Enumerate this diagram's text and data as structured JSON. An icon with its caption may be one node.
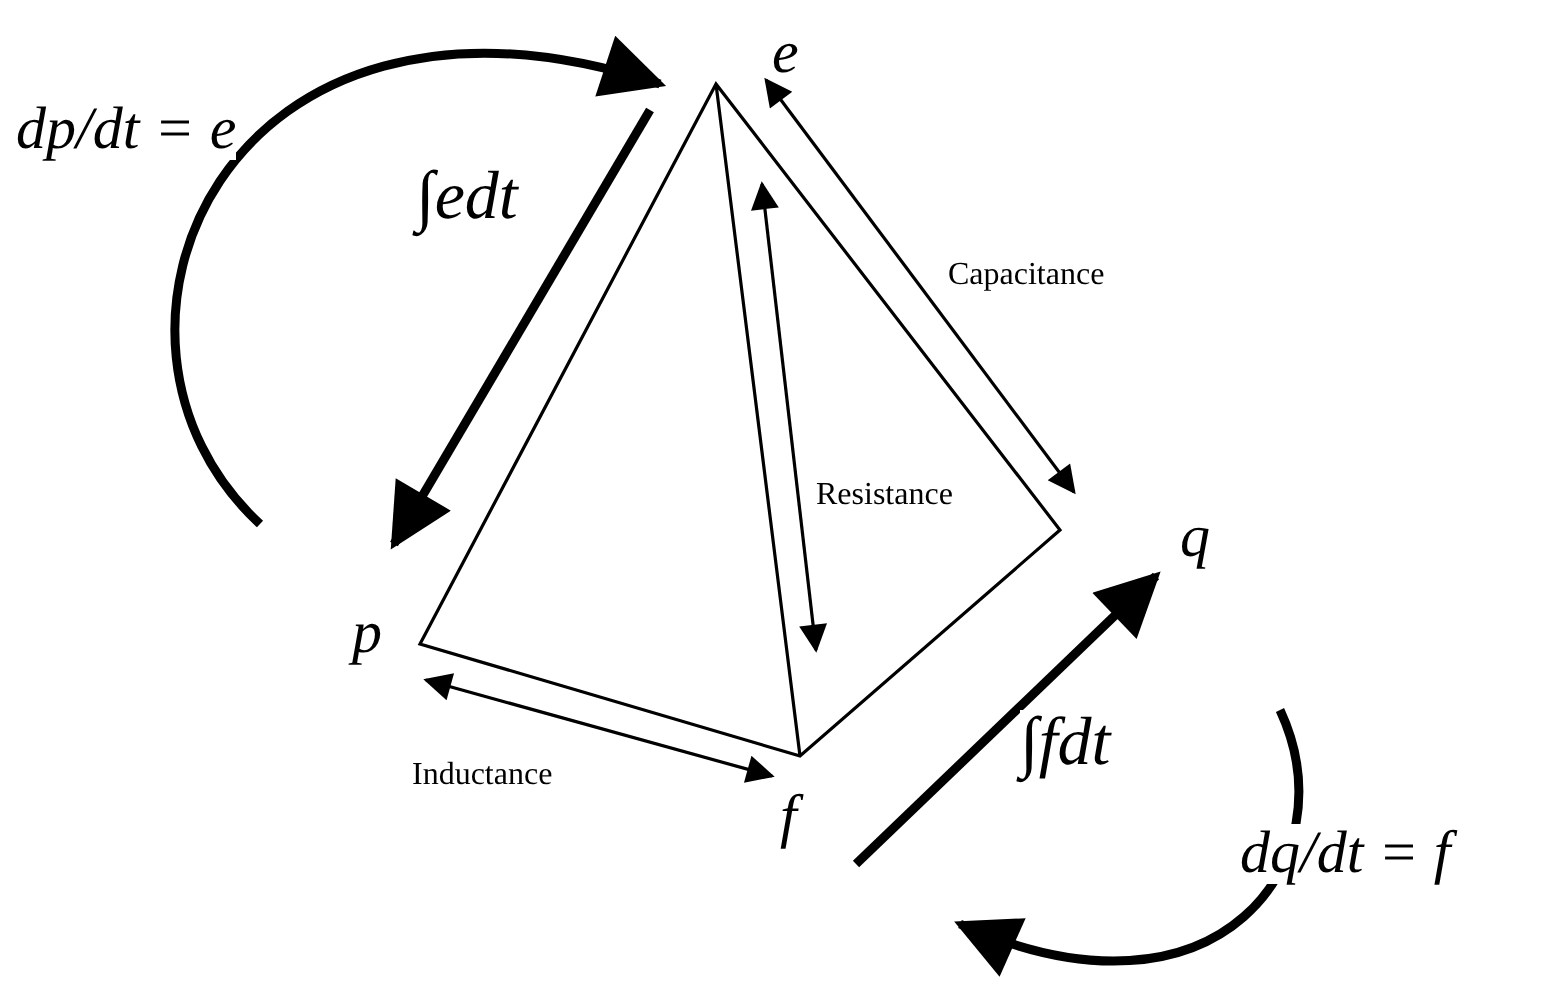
{
  "diagram": {
    "nodes": [
      {
        "text": [
          "e"
        ]
      },
      {
        "text": [
          "p"
        ]
      },
      {
        "text": [
          "f"
        ]
      },
      {
        "text": [
          "q"
        ]
      }
    ],
    "edges": [
      {
        "from": 0,
        "to": 1,
        "arrow": "to",
        "label": "∫edt"
      },
      {
        "from": 0,
        "to": 3,
        "arrow": "both",
        "label": "Capacitance"
      },
      {
        "from": 0,
        "to": 2,
        "arrow": "both",
        "label": "Resistance"
      },
      {
        "from": 1,
        "to": 2,
        "arrow": "both",
        "label": "Inductance"
      },
      {
        "from": 2,
        "to": 3,
        "arrow": "to",
        "label": "∫fdt"
      },
      {
        "from": 1,
        "to": 0,
        "arrow": "to",
        "label": "dp/dt = e"
      },
      {
        "from": 3,
        "to": 2,
        "arrow": "to",
        "label": "dq/dt = f"
      }
    ]
  }
}
